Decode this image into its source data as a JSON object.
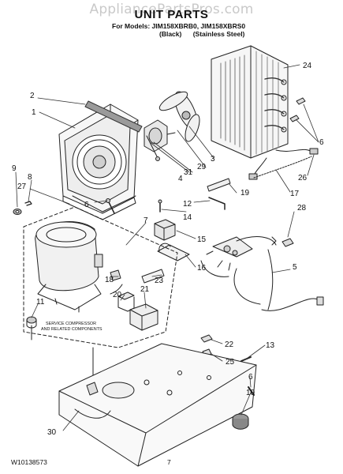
{
  "watermark": "AppliancePartsPros.com",
  "header": {
    "title": "UNIT PARTS",
    "models_label": "For Models: JIM158XBRB0, JIM158XBRS0",
    "variant_black": "(Black)",
    "variant_stainless": "(Stainless Steel)"
  },
  "note": {
    "line1": "SERVICE COMPRESSOR",
    "line2": "AND RELATED COMPONENTS"
  },
  "callouts": {
    "n1": "1",
    "n2": "2",
    "n3": "3",
    "n4": "4",
    "n5": "5",
    "n6a": "6",
    "n6b": "6",
    "n6c": "6",
    "n7": "7",
    "n8": "8",
    "n9": "9",
    "n10": "10",
    "n11": "11",
    "n12": "12",
    "n13": "13",
    "n14": "14",
    "n15": "15",
    "n16": "16",
    "n17": "17",
    "n18": "18",
    "n19": "19",
    "n20": "20",
    "n21": "21",
    "n22": "22",
    "n23": "23",
    "n24": "24",
    "n25": "25",
    "n26": "26",
    "n27": "27",
    "n28": "28",
    "n29": "29",
    "n30": "30",
    "n31": "31"
  },
  "footer": {
    "doc_number": "W10138573",
    "page_number": "7"
  }
}
